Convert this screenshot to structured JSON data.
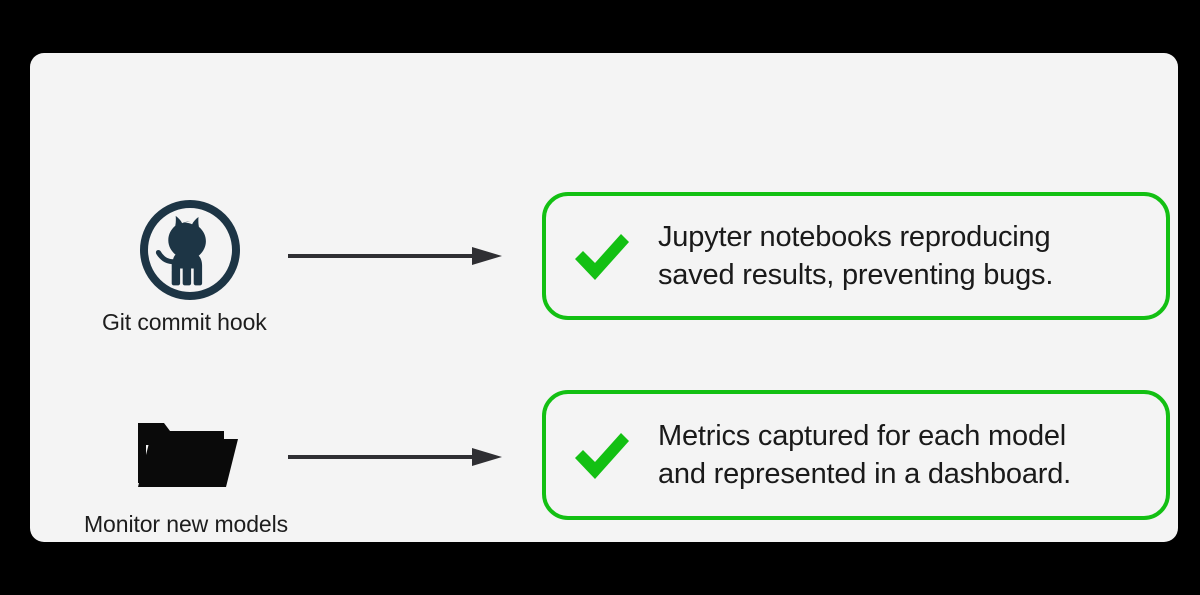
{
  "diagram": {
    "background_color": "#000000",
    "panel_color": "#f4f4f4",
    "accent_green": "#13c013",
    "icon_navy": "#1d3545",
    "arrow_color": "#2f2f33",
    "sources": [
      {
        "id": "git-commit-hook",
        "icon": "github-icon",
        "label": "Git commit hook"
      },
      {
        "id": "monitor-new-models",
        "icon": "folder-icon",
        "label": "Monitor new models"
      }
    ],
    "arrows": [
      {
        "id": "arrow-git-to-jupyter",
        "icon": "arrow-right-icon"
      },
      {
        "id": "arrow-monitor-to-metrics",
        "icon": "arrow-right-icon"
      }
    ],
    "cards": [
      {
        "id": "jupyter-card",
        "icon": "check-icon",
        "line1": "Jupyter notebooks reproducing",
        "line2": "saved results, preventing bugs."
      },
      {
        "id": "metrics-card",
        "icon": "check-icon",
        "line1": "Metrics captured for each model",
        "line2": "and represented in a dashboard."
      }
    ]
  }
}
